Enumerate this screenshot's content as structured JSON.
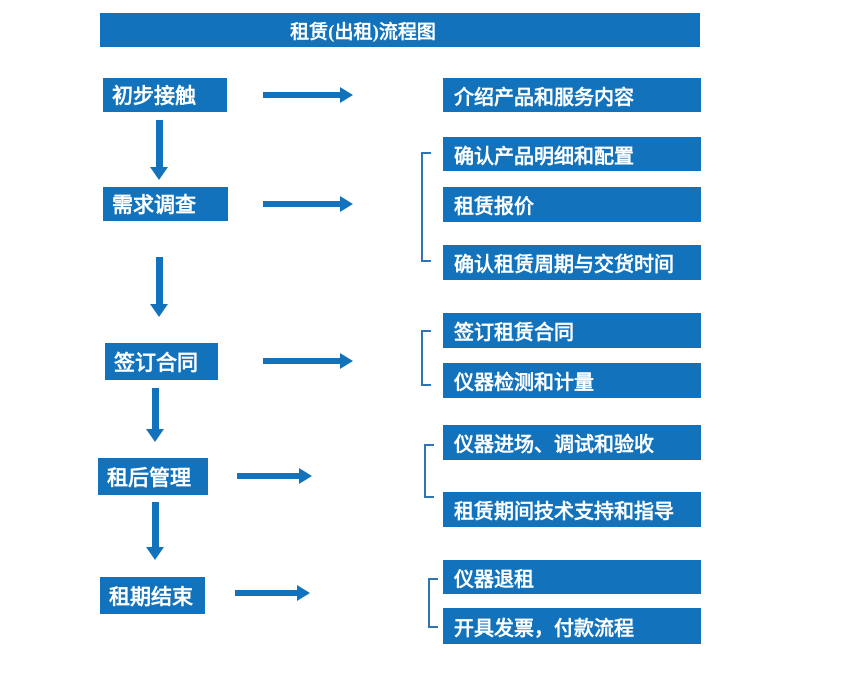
{
  "title": "租赁(出租)流程图",
  "colors": {
    "primary": "#1272bc",
    "bracket": "#2e75b6",
    "text": "#ffffff",
    "background": "#ffffff"
  },
  "steps": [
    {
      "label": "初步接触",
      "outputs": [
        "介绍产品和服务内容"
      ]
    },
    {
      "label": "需求调查",
      "outputs": [
        "确认产品明细和配置",
        "租赁报价",
        "确认租赁周期与交货时间"
      ]
    },
    {
      "label": "签订合同",
      "outputs": [
        "签订租赁合同",
        "仪器检测和计量"
      ]
    },
    {
      "label": "租后管理",
      "outputs": [
        "仪器进场、调试和验收",
        "租赁期间技术支持和指导"
      ]
    },
    {
      "label": "租期结束",
      "outputs": [
        "仪器退租",
        "开具发票，付款流程"
      ]
    }
  ]
}
